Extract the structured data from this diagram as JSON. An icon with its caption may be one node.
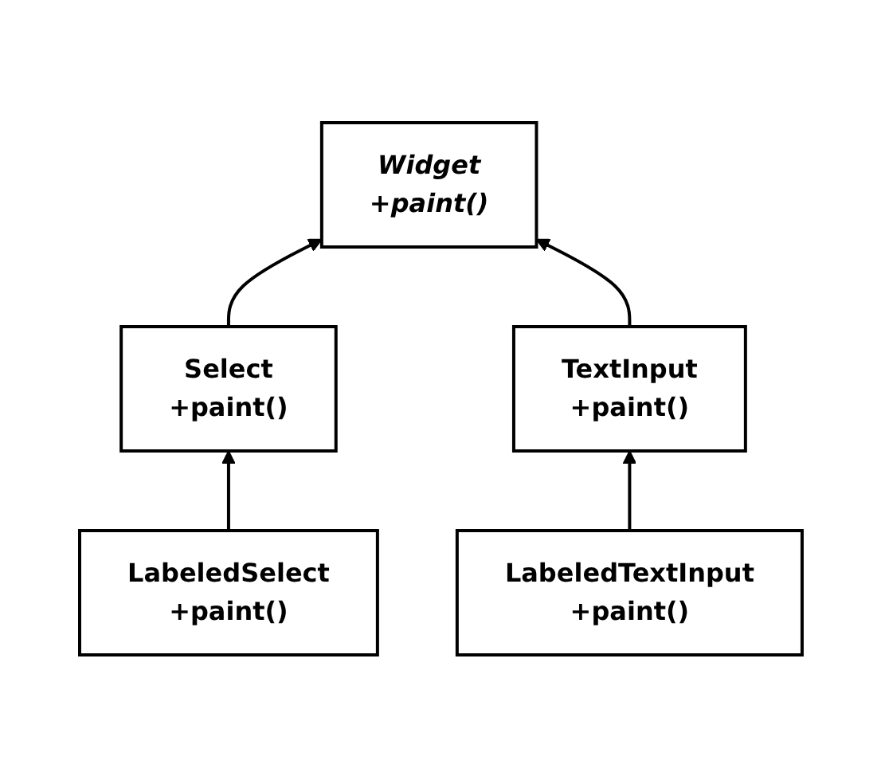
{
  "diagram": {
    "nodes": [
      {
        "text": [
          "Widget",
          "+paint()"
        ]
      },
      {
        "text": [
          "Select",
          "+paint()"
        ]
      },
      {
        "text": [
          "TextInput",
          "+paint()"
        ]
      },
      {
        "text": [
          "LabeledSelect",
          "+paint()"
        ]
      },
      {
        "text": [
          "LabeledTextInput",
          "+paint()"
        ]
      }
    ],
    "edges": [
      {
        "from": 1,
        "to": 0,
        "arrow": "to"
      },
      {
        "from": 2,
        "to": 0,
        "arrow": "to"
      },
      {
        "from": 3,
        "to": 1,
        "arrow": "to"
      },
      {
        "from": 4,
        "to": 2,
        "arrow": "to"
      }
    ]
  }
}
